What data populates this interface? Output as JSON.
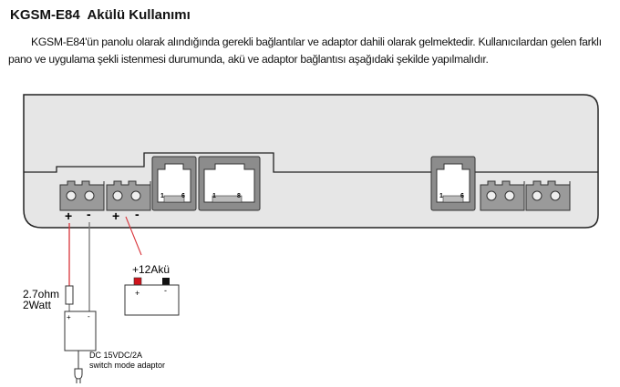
{
  "document": {
    "title": "KGSM-E84  Akülü Kullanımı",
    "paragraph": "KGSM-E84'ün panolu olarak alındığında gerekli bağlantılar ve adaptor dahili olarak gelmektedir. Kullanıcılardan gelen farklı pano ve uygulama şekli istenmesi durumunda, akü ve adaptor bağlantısı aşağıdaki şekilde yapılmalıdır."
  },
  "diagram": {
    "terminal_plus": "+",
    "terminal_minus": "-",
    "rj11_pin_first": "1",
    "rj11_pin_last": "6",
    "rj45_pin_first": "1",
    "rj45_pin_last": "8",
    "battery_label": "+12Akü",
    "battery_plus": "+",
    "battery_minus": "-",
    "resistor_value": "2.7ohm",
    "resistor_power": "2Watt",
    "adaptor_plus": "+",
    "adaptor_minus": "-",
    "adaptor_rating": "DC 15VDC/2A",
    "adaptor_type": "switch mode adaptor",
    "colors": {
      "device_fill": "#e6e6e6",
      "terminal": "#9a9a9a",
      "jack": "#8c8c8c",
      "positive_wire": "#d9343a",
      "negative_wire": "#777777",
      "battery_positive": "#d0141c",
      "battery_negative": "#111111"
    }
  }
}
